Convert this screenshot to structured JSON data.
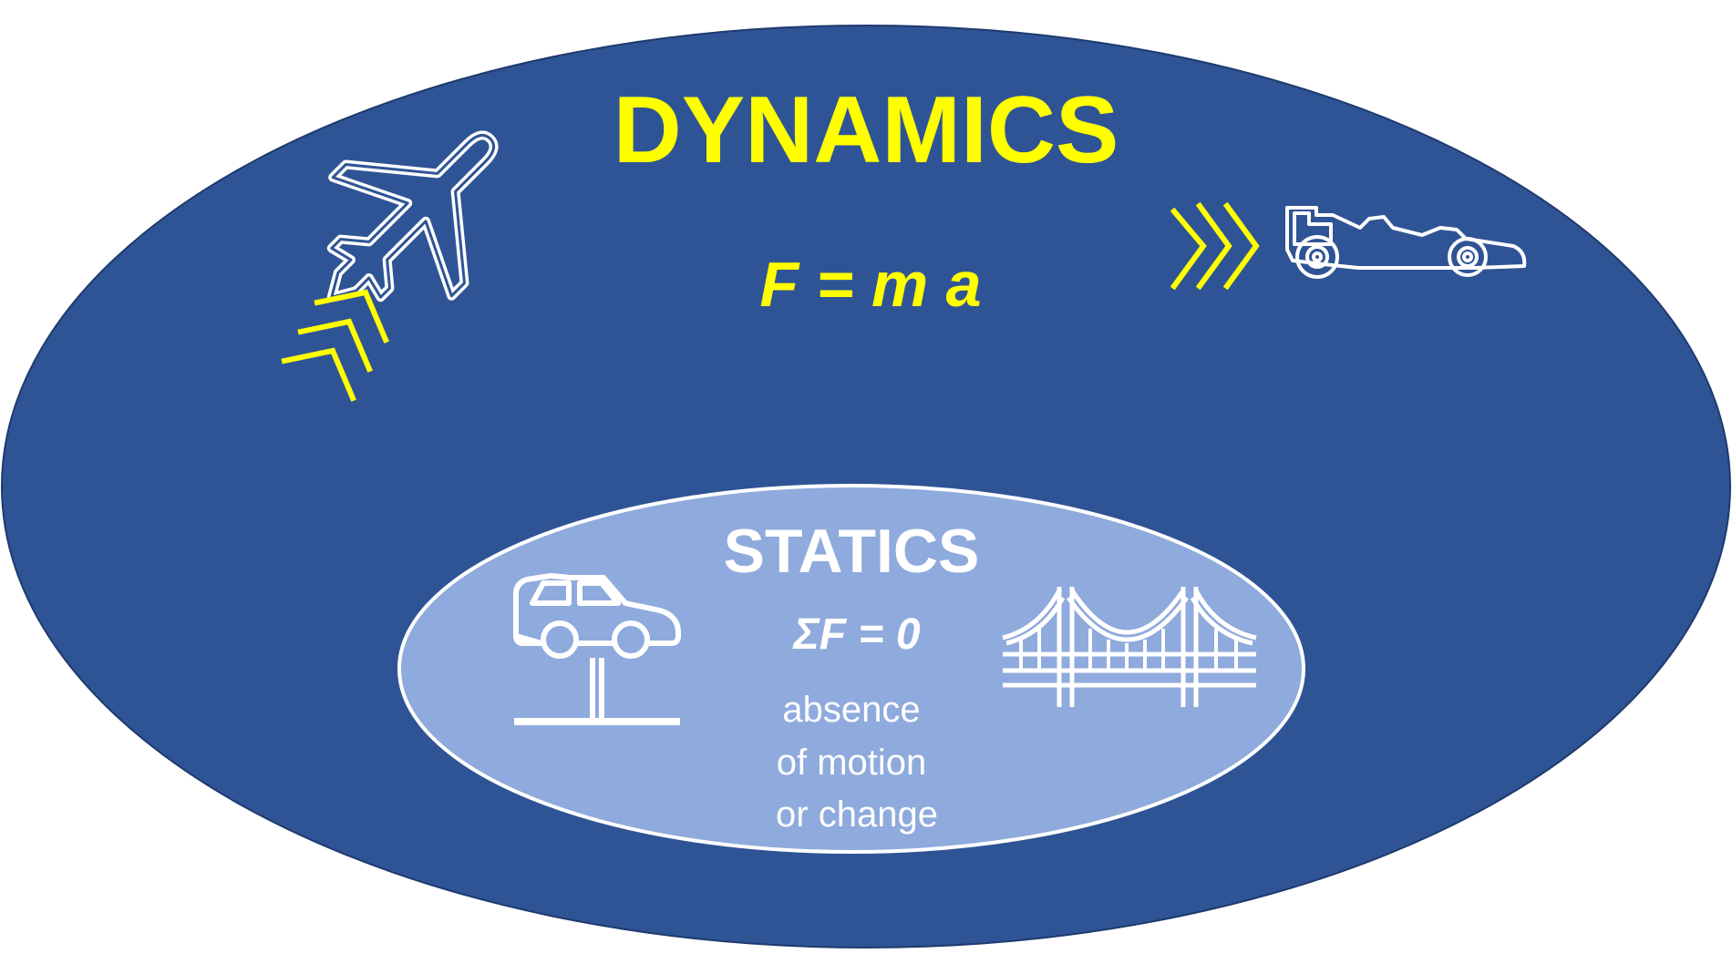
{
  "colors": {
    "outer_fill": "#2f5495",
    "outer_stroke": "#1e3a6e",
    "inner_fill": "#8faadc",
    "inner_stroke": "#ffffff",
    "accent_yellow": "#ffff00",
    "white": "#ffffff"
  },
  "dynamics": {
    "title": "DYNAMICS",
    "equation": "F = m a"
  },
  "statics": {
    "title": "STATICS",
    "equation": "ΣF = 0",
    "desc_line1": "absence",
    "desc_line2": "of motion",
    "desc_line3": "or change"
  },
  "icons": {
    "airplane": "airplane-icon",
    "race_car": "race-car-icon",
    "car_on_lift": "car-lift-icon",
    "bridge": "suspension-bridge-icon",
    "motion_chevrons": "chevron-icon"
  }
}
